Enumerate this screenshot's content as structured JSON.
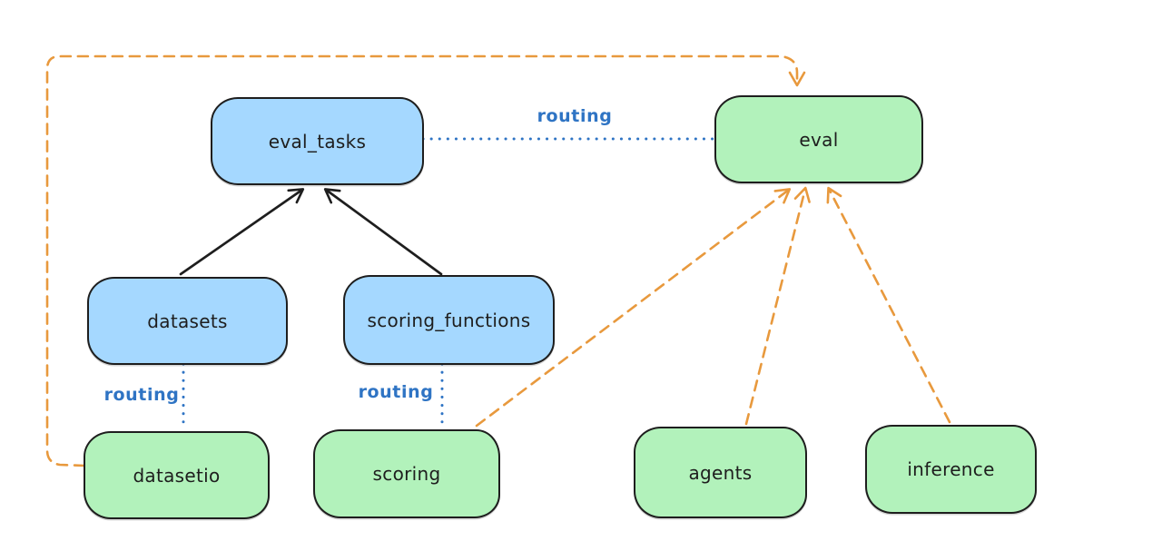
{
  "diagram": {
    "background": "#ffffff",
    "colors": {
      "api_node_fill": "#a5d8ff",
      "provider_node_fill": "#b2f2bb",
      "node_stroke": "#1e1e1e",
      "routing_blue": "#2f74c4",
      "provider_arrow_orange": "#e8993d",
      "dependency_arrow_black": "#1e1e1e"
    },
    "nodes": [
      {
        "id": "eval_tasks",
        "label": "eval_tasks",
        "kind": "api"
      },
      {
        "id": "eval",
        "label": "eval",
        "kind": "provider"
      },
      {
        "id": "datasets",
        "label": "datasets",
        "kind": "api"
      },
      {
        "id": "scoring_functions",
        "label": "scoring_functions",
        "kind": "api"
      },
      {
        "id": "datasetio",
        "label": "datasetio",
        "kind": "provider"
      },
      {
        "id": "scoring",
        "label": "scoring",
        "kind": "provider"
      },
      {
        "id": "agents",
        "label": "agents",
        "kind": "provider"
      },
      {
        "id": "inference",
        "label": "inference",
        "kind": "provider"
      }
    ],
    "edges": [
      {
        "from": "datasets",
        "to": "eval_tasks",
        "style": "solid-black-arrow"
      },
      {
        "from": "scoring_functions",
        "to": "eval_tasks",
        "style": "solid-black-arrow"
      },
      {
        "from": "eval_tasks",
        "to": "eval",
        "style": "dotted-blue",
        "label": "routing"
      },
      {
        "from": "datasets",
        "to": "datasetio",
        "style": "dotted-blue",
        "label": "routing"
      },
      {
        "from": "scoring_functions",
        "to": "scoring",
        "style": "dotted-blue",
        "label": "routing"
      },
      {
        "from": "datasetio",
        "to": "eval",
        "style": "dashed-orange-arrow"
      },
      {
        "from": "scoring",
        "to": "eval",
        "style": "dashed-orange-arrow"
      },
      {
        "from": "agents",
        "to": "eval",
        "style": "dashed-orange-arrow"
      },
      {
        "from": "inference",
        "to": "eval",
        "style": "dashed-orange-arrow"
      }
    ]
  }
}
